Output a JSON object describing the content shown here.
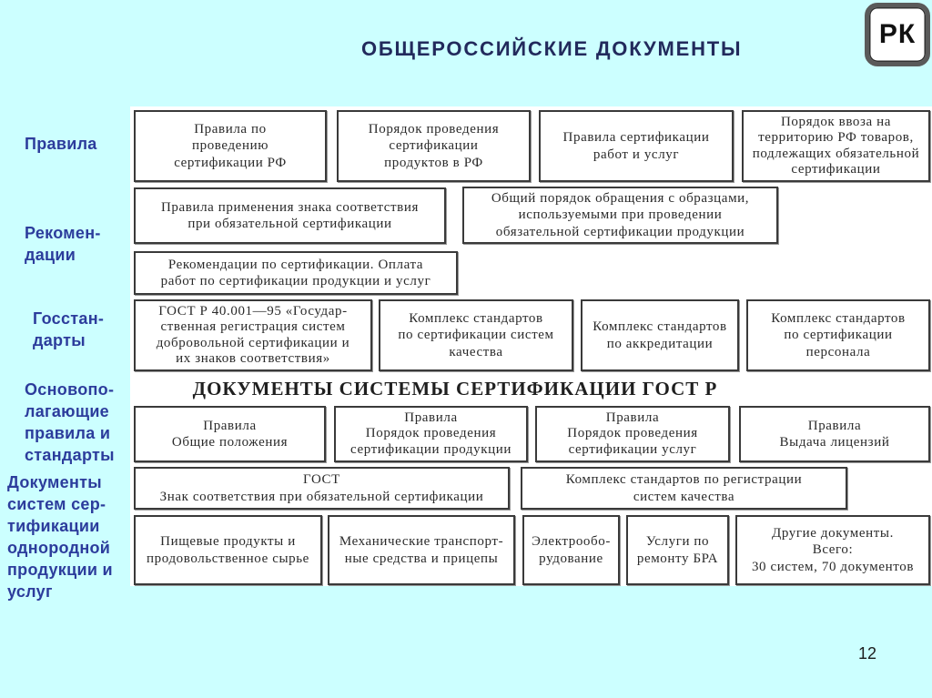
{
  "slide": {
    "title": "ОБЩЕРОССИЙСКИЕ ДОКУМЕНТЫ",
    "logo_text": "РК",
    "page_number": "12"
  },
  "colors": {
    "background": "#ccffff",
    "panel": "#ffffff",
    "label_text": "#2c3c9c",
    "title_text": "#222a5c",
    "box_border": "#3a3a3a"
  },
  "row_labels": {
    "rules": [
      "Правила"
    ],
    "recommendations": [
      "Рекомен-",
      "дации"
    ],
    "state_standards": [
      "Госстан-",
      "дарты"
    ],
    "basic_rules_and_standards": [
      "Основопо-",
      "лагающие",
      "правила и",
      "стандарты"
    ],
    "homogeneous_systems": [
      "Документы",
      "систем сер-",
      "тификации",
      "однородной",
      "продукции и",
      "услуг"
    ]
  },
  "table": {
    "rows": [
      [
        {
          "lines": [
            "Правила по",
            "проведению",
            "сертификации РФ"
          ]
        },
        {
          "lines": [
            "Порядок проведения",
            "сертификации",
            "продуктов в РФ"
          ]
        },
        {
          "lines": [
            "Правила сертификации",
            "работ и услуг"
          ]
        },
        {
          "lines": [
            "Порядок ввоза на",
            "территорию РФ товаров,",
            "подлежащих обязательной",
            "сертификации"
          ]
        }
      ],
      [
        {
          "lines": [
            "Правила применения знака соответствия",
            "при обязательной сертификации"
          ]
        },
        {
          "lines": [
            "Общий порядок обращения с образцами,",
            "используемыми при проведении",
            "обязательной сертификации продукции"
          ]
        }
      ],
      [
        {
          "lines": [
            "Рекомендации по сертификации. Оплата",
            "работ по сертификации продукции и услуг"
          ]
        }
      ],
      [
        {
          "lines": [
            "ГОСТ Р 40.001—95 «Государ-",
            "ственная регистрация систем",
            "добровольной сертификации и",
            "их знаков соответствия»"
          ]
        },
        {
          "lines": [
            "Комплекс стандартов",
            "по сертификации систем",
            "качества"
          ]
        },
        {
          "lines": [
            "Комплекс стандартов",
            "по аккредитации"
          ]
        },
        {
          "lines": [
            "Комплекс стандартов",
            "по сертификации",
            "персонала"
          ]
        }
      ],
      [
        {
          "lines": [
            "Правила",
            "Общие положения"
          ]
        },
        {
          "lines": [
            "Правила",
            "Порядок проведения",
            "сертификации продукции"
          ]
        },
        {
          "lines": [
            "Правила",
            "Порядок проведения",
            "сертификации услуг"
          ]
        },
        {
          "lines": [
            "Правила",
            "Выдача лицензий"
          ]
        }
      ],
      [
        {
          "lines": [
            "ГОСТ",
            "Знак соответствия при обязательной сертификации"
          ]
        },
        {
          "lines": [
            "Комплекс стандартов по регистрации",
            "систем качества"
          ]
        }
      ],
      [
        {
          "lines": [
            "Пищевые продукты и",
            "продовольственное сырье"
          ]
        },
        {
          "lines": [
            "Механические транспорт-",
            "ные средства и прицепы"
          ]
        },
        {
          "lines": [
            "Электрообо-",
            "рудование"
          ]
        },
        {
          "lines": [
            "Услуги по",
            "ремонту БРА"
          ]
        },
        {
          "lines": [
            "Другие документы.",
            "Всего:",
            "30 систем, 70 документов"
          ]
        }
      ]
    ],
    "heading": "ДОКУМЕНТЫ СИСТЕМЫ СЕРТИФИКАЦИИ ГОСТ Р"
  }
}
